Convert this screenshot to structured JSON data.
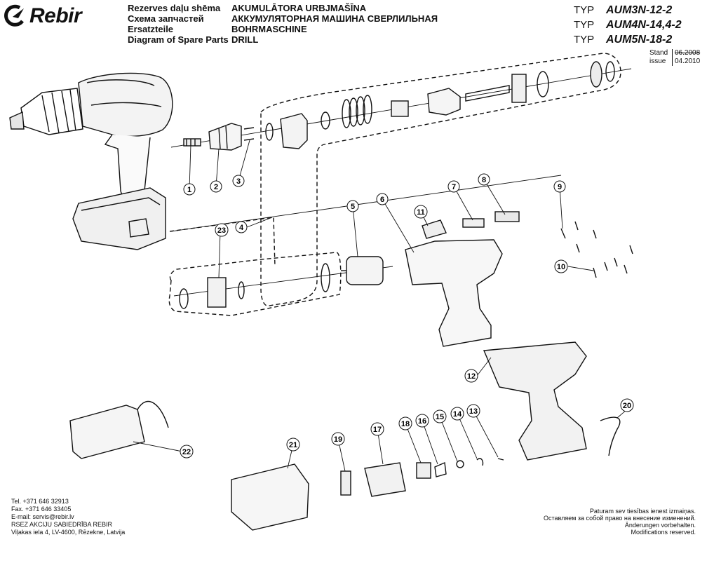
{
  "brand": {
    "name": "Rebir"
  },
  "title_labels": [
    "Rezerves daļu shēma",
    "Схема запчастей",
    "Ersatzteile",
    "Diagram of Spare Parts"
  ],
  "title_names": [
    "AKUMULĀTORA URBJMAŠĪNA",
    "АККУМУЛЯТОРНАЯ МАШИНА СВЕРЛИЛЬНАЯ",
    "BOHRMASCHINE",
    "DRILL"
  ],
  "models": [
    {
      "label": "TYP",
      "name": "AUM3N-12-2"
    },
    {
      "label": "TYP",
      "name": "AUM4N-14,4-2"
    },
    {
      "label": "TYP",
      "name": "AUM5N-18-2"
    }
  ],
  "revision": {
    "stand_label": "Stand",
    "stand_value": "06.2008",
    "issue_label": "issue",
    "issue_value": "04.2010"
  },
  "contact": [
    "Tel. +371 646 32913",
    "Fax. +371 646 33405",
    "E-mail: servis@rebir.lv",
    "RSEZ AKCIJU SABIEDRĪBA REBIR",
    "Viļakas iela 4, LV-4600, Rēzekne, Latvija"
  ],
  "notice": [
    "Paturam sev tiesības ienest izmaiņas.",
    "Оставляем за собой право на внесение изменений.",
    "Änderungen vorbehalten.",
    "Modifications reserved."
  ],
  "parts": {
    "p1": "1",
    "p2": "2",
    "p3": "3",
    "p4": "4",
    "p5": "5",
    "p6": "6",
    "p7": "7",
    "p8": "8",
    "p9": "9",
    "p10": "10",
    "p11": "11",
    "p12": "12",
    "p13": "13",
    "p14": "14",
    "p15": "15",
    "p16": "16",
    "p17": "17",
    "p18": "18",
    "p19": "19",
    "p20": "20",
    "p21": "21",
    "p22": "22",
    "p23": "23"
  }
}
